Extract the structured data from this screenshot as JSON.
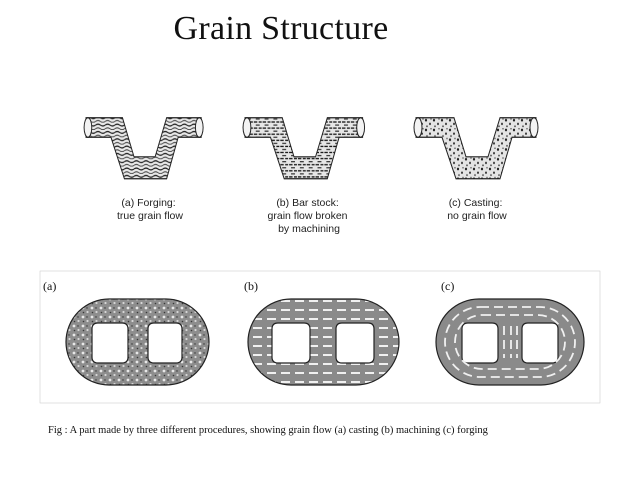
{
  "title": "Grain Structure",
  "top_row": [
    {
      "id": "forging",
      "lines": [
        "(a) Forging:",
        "true grain flow"
      ]
    },
    {
      "id": "bar-stock",
      "lines": [
        "(b) Bar stock:",
        "grain flow broken",
        "by machining"
      ]
    },
    {
      "id": "casting",
      "lines": [
        "(c) Casting:",
        "no grain flow"
      ]
    }
  ],
  "bottom_row": [
    {
      "id": "casting",
      "label": "(a)"
    },
    {
      "id": "machining",
      "label": "(b)"
    },
    {
      "id": "forging",
      "label": "(c)"
    }
  ],
  "caption": "Fig : A part made by three different procedures, showing grain flow (a) casting (b) machining (c) forging"
}
